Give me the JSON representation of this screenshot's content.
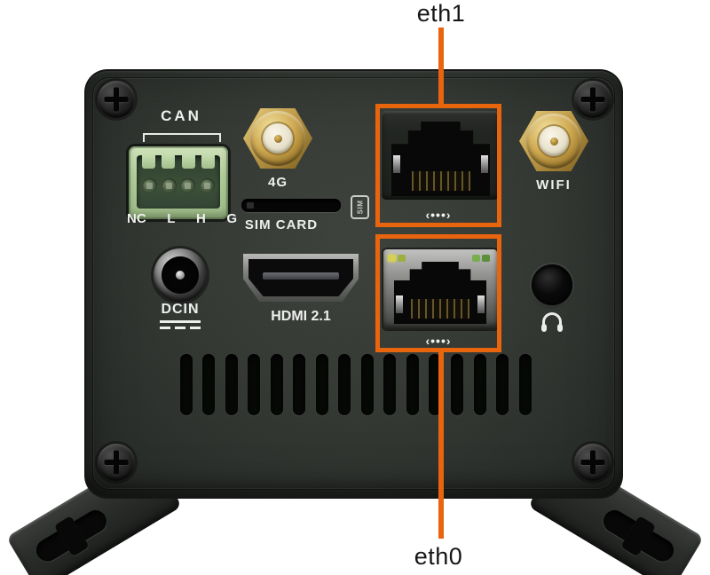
{
  "annotations": {
    "top": {
      "label": "eth1"
    },
    "bottom": {
      "label": "eth0"
    },
    "accent_color": "#E8650E"
  },
  "device": {
    "can": {
      "title": "CAN",
      "pins": [
        "NC",
        "L",
        "H",
        "G"
      ]
    },
    "antenna_4g": {
      "label": "4G"
    },
    "sim": {
      "label": "SIM CARD",
      "badge": "SIM"
    },
    "wifi": {
      "label": "WIFI"
    },
    "dcin": {
      "label": "DCIN"
    },
    "hdmi": {
      "label": "HDMI 2.1"
    },
    "eth1": {
      "icon": "‹•••›"
    },
    "eth0": {
      "icon": "‹•••›"
    }
  }
}
